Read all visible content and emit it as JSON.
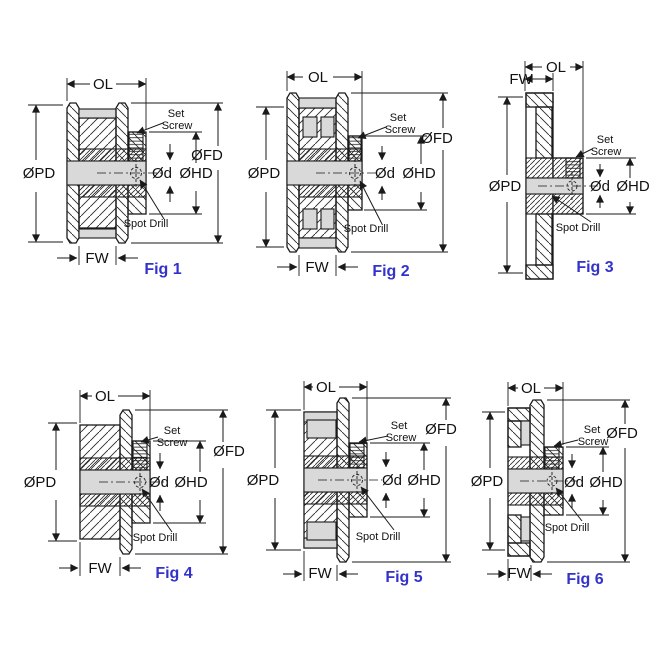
{
  "diagram": {
    "title_hidden": "",
    "labels": {
      "overall_length": "OL",
      "face_width": "FW",
      "pitch_diameter": "ØPD",
      "flange_diameter": "ØFD",
      "bore_diameter": "Ød",
      "hub_diameter": "ØHD",
      "set_screw_line1": "Set",
      "set_screw_line2": "Screw",
      "spot_drill": "Spot Drill"
    },
    "figures": [
      {
        "caption": "Fig 1"
      },
      {
        "caption": "Fig 2"
      },
      {
        "caption": "Fig 3"
      },
      {
        "caption": "Fig 4"
      },
      {
        "caption": "Fig 5"
      },
      {
        "caption": "Fig 6"
      }
    ],
    "colors": {
      "line": "#1a1a1a",
      "metal_fill": "#d9d9d9",
      "caption": "#3333cc",
      "text": "#111111",
      "background": "#ffffff"
    }
  }
}
